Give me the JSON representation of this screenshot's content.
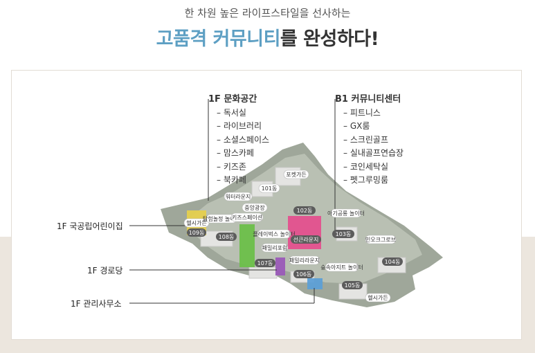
{
  "header": {
    "subtitle": "한 차원 높은 라이프스타일을 선사하는",
    "title_highlight": "고품격 커뮤니티",
    "title_rest": "를 완성하다!"
  },
  "facilities": {
    "culture": {
      "heading": "1F 문화공간",
      "items": [
        "– 독서실",
        "– 라이브러리",
        "– 소셜스페이스",
        "– 맘스카페",
        "– 키즈존",
        "– 북카페"
      ]
    },
    "community": {
      "heading": "B1 커뮤니티센터",
      "items": [
        "– 피트니스",
        "– GX룸",
        "– 스크린골프",
        "– 실내골프연습장",
        "– 코인세탁실",
        "– 펫그루밍룸"
      ]
    }
  },
  "callouts": {
    "daycare": "1F 국공립어린이집",
    "seniors": "1F 경로당",
    "office": "1F 관리사무소"
  },
  "map_labels": {
    "pocket_garden": "포켓가든",
    "garden_101": "101동",
    "water_garden": "워터라운지",
    "central_plaza": "중앙광장",
    "bldg_102": "102동",
    "kids_play": "아기공룡 놀이터",
    "bldg_103": "103동",
    "healthy_garden_1": "헬시가든",
    "bldg_109": "109동",
    "adventure_play": "탐험놀정 놀이터",
    "kids_space": "키즈스페이션",
    "bldg_108": "108동",
    "bubble_play": "플레이벅스 놀이터",
    "family_stay": "패밀리포럼",
    "community_lounge": "선큰라운지",
    "min_grove": "민오크그로브",
    "bldg_107": "107동",
    "family_lounge": "패밀리라운지",
    "forest_play": "숲속아지트 놀이터",
    "bldg_104": "104동",
    "bldg_106": "106동",
    "bldg_105": "105동",
    "healthy_garden_2": "헬시가든"
  }
}
